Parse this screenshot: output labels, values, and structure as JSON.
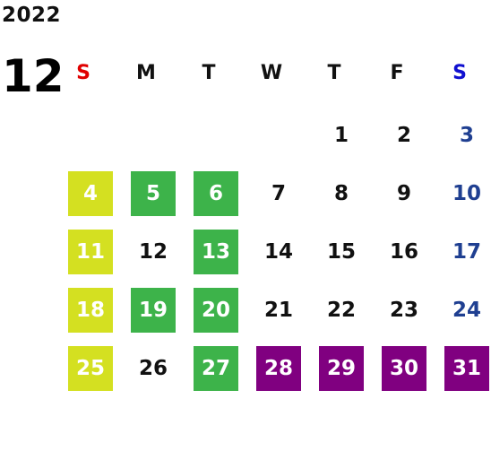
{
  "calendar": {
    "year": "2022",
    "month": "12",
    "weekdays": [
      {
        "label": "S",
        "color": "#e00000"
      },
      {
        "label": "M",
        "color": "#111111"
      },
      {
        "label": "T",
        "color": "#111111"
      },
      {
        "label": "W",
        "color": "#111111"
      },
      {
        "label": "T",
        "color": "#111111"
      },
      {
        "label": "F",
        "color": "#111111"
      },
      {
        "label": "S",
        "color": "#1010d0"
      }
    ],
    "weeks": [
      [
        null,
        null,
        null,
        null,
        {
          "day": "1"
        },
        {
          "day": "2"
        },
        {
          "day": "3",
          "sat": true
        }
      ],
      [
        {
          "day": "4",
          "bg": "#d4e021"
        },
        {
          "day": "5",
          "bg": "#3db34a"
        },
        {
          "day": "6",
          "bg": "#3db34a"
        },
        {
          "day": "7"
        },
        {
          "day": "8"
        },
        {
          "day": "9"
        },
        {
          "day": "10",
          "sat": true
        }
      ],
      [
        {
          "day": "11",
          "bg": "#d4e021"
        },
        {
          "day": "12"
        },
        {
          "day": "13",
          "bg": "#3db34a"
        },
        {
          "day": "14"
        },
        {
          "day": "15"
        },
        {
          "day": "16"
        },
        {
          "day": "17",
          "sat": true
        }
      ],
      [
        {
          "day": "18",
          "bg": "#d4e021"
        },
        {
          "day": "19",
          "bg": "#3db34a"
        },
        {
          "day": "20",
          "bg": "#3db34a"
        },
        {
          "day": "21"
        },
        {
          "day": "22"
        },
        {
          "day": "23"
        },
        {
          "day": "24",
          "sat": true
        }
      ],
      [
        {
          "day": "25",
          "bg": "#d4e021"
        },
        {
          "day": "26"
        },
        {
          "day": "27",
          "bg": "#3db34a"
        },
        {
          "day": "28",
          "bg": "#800080"
        },
        {
          "day": "29",
          "bg": "#800080"
        },
        {
          "day": "30",
          "bg": "#800080"
        },
        {
          "day": "31",
          "bg": "#800080"
        }
      ]
    ]
  }
}
